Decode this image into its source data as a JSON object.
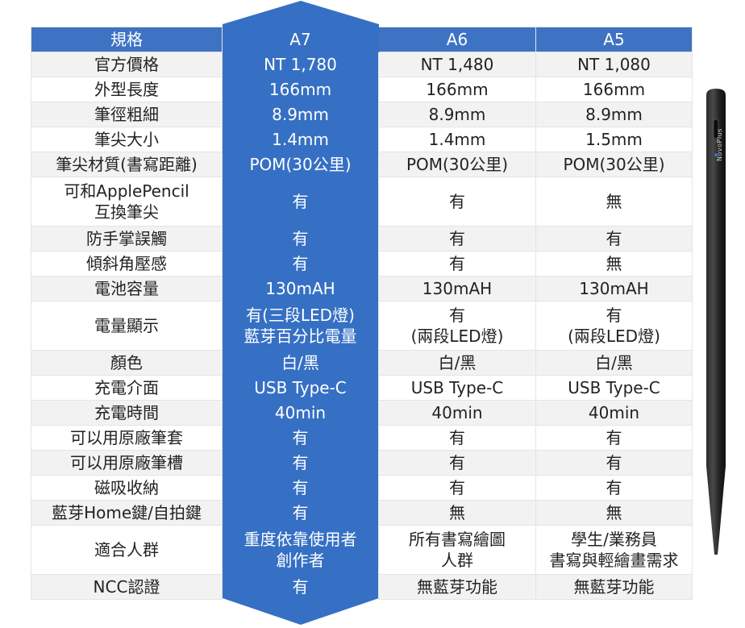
{
  "header": {
    "spec": "規格",
    "a7": "A7",
    "a6": "A6",
    "a5": "A5"
  },
  "rows": [
    {
      "label": "官方價格",
      "a7": "NT 1,780",
      "a6": "NT 1,480",
      "a5": "NT 1,080"
    },
    {
      "label": "外型長度",
      "a7": "166mm",
      "a6": "166mm",
      "a5": "166mm"
    },
    {
      "label": "筆徑粗細",
      "a7": "8.9mm",
      "a6": "8.9mm",
      "a5": "8.9mm"
    },
    {
      "label": "筆尖大小",
      "a7": "1.4mm",
      "a6": "1.4mm",
      "a5": "1.5mm"
    },
    {
      "label": "筆尖材質(書寫距離)",
      "a7": "POM(30公里)",
      "a6": "POM(30公里)",
      "a5": "POM(30公里)"
    },
    {
      "label_l1": "可和ApplePencil",
      "label_l2": "互換筆尖",
      "a7": "有",
      "a6": "有",
      "a5": "無"
    },
    {
      "label": "防手掌誤觸",
      "a7": "有",
      "a6": "有",
      "a5": "有"
    },
    {
      "label": "傾斜角壓感",
      "a7": "有",
      "a6": "有",
      "a5": "無"
    },
    {
      "label": "電池容量",
      "a7": "130mAH",
      "a6": "130mAH",
      "a5": "130mAH"
    },
    {
      "label": "電量顯示",
      "a7_l1": "有(三段LED燈)",
      "a7_l2": "藍芽百分比電量",
      "a6_l1": "有",
      "a6_l2": "(兩段LED燈)",
      "a5_l1": "有",
      "a5_l2": "(兩段LED燈)"
    },
    {
      "label": "顏色",
      "a7": "白/黑",
      "a6": "白/黑",
      "a5": "白/黑"
    },
    {
      "label": "充電介面",
      "a7": "USB Type-C",
      "a6": "USB Type-C",
      "a5": "USB Type-C"
    },
    {
      "label": "充電時間",
      "a7": "40min",
      "a6": "40min",
      "a5": "40min"
    },
    {
      "label": "可以用原廠筆套",
      "a7": "有",
      "a6": "有",
      "a5": "有"
    },
    {
      "label": "可以用原廠筆槽",
      "a7": "有",
      "a6": "有",
      "a5": "有"
    },
    {
      "label": "磁吸收納",
      "a7": "有",
      "a6": "有",
      "a5": "有"
    },
    {
      "label": "藍芽Home鍵/自拍鍵",
      "a7": "有",
      "a6": "無",
      "a5": "無"
    },
    {
      "label": "適合人群",
      "a7_l1": "重度依靠使用者",
      "a7_l2": "創作者",
      "a6_l1": "所有書寫繪圖",
      "a6_l2": "人群",
      "a5_l1": "學生/業務員",
      "a5_l2": "書寫與輕繪畫需求"
    },
    {
      "label": "NCC認證",
      "a7": "有",
      "a6": "無藍芽功能",
      "a5": "無藍芽功能"
    }
  ],
  "product_image": {
    "brand_text": "NovoPlus",
    "icon": "stylus-pen"
  },
  "colors": {
    "header_bg": "#3e73c4",
    "a7_band": "#3670c4",
    "row_alt": "#f2f2f2"
  }
}
